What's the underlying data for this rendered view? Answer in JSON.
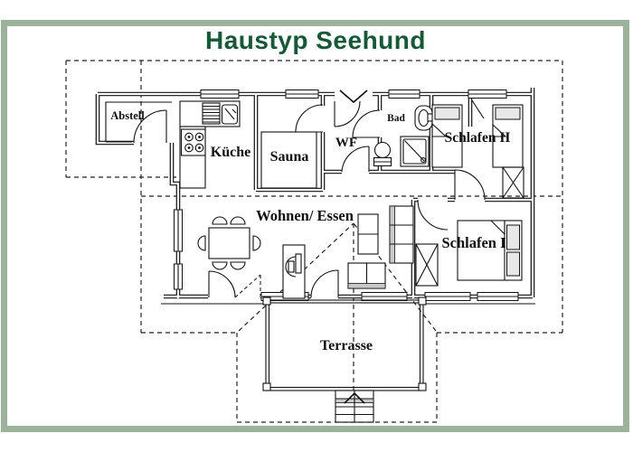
{
  "title": "Haustyp Seehund",
  "colors": {
    "frame_green": "#9bb39b",
    "title_green": "#155a36",
    "ink": "#1a1a1a",
    "shade_gray": "#c9c9c9"
  },
  "rooms": {
    "abstell": "Abstell",
    "kueche": "Küche",
    "sauna": "Sauna",
    "wf": "WF",
    "bad": "Bad",
    "schlafen2": "Schlafen II",
    "wohnen": "Wohnen/ Essen",
    "schlafen1": "Schlafen I",
    "terrasse": "Terrasse"
  }
}
